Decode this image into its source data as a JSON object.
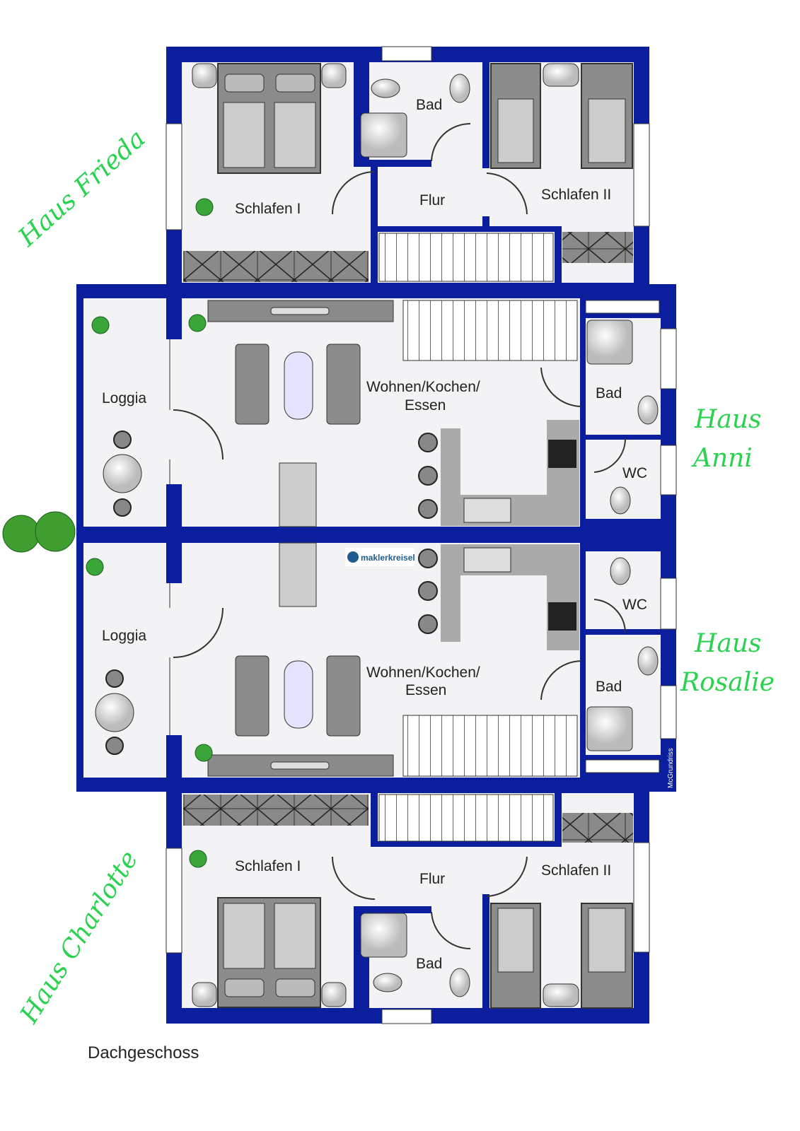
{
  "caption": "Dachgeschoss",
  "houses": {
    "frieda": "Haus Frieda",
    "anni_1": "Haus",
    "anni_2": "Anni",
    "rosalie_1": "Haus",
    "rosalie_2": "Rosalie",
    "charlotte": "Haus Charlotte"
  },
  "rooms": {
    "top": {
      "schlafen1": "Schlafen I",
      "bad": "Bad",
      "flur": "Flur",
      "schlafen2": "Schlafen II"
    },
    "upper": {
      "loggia": "Loggia",
      "wohnen_1": "Wohnen/Kochen/",
      "wohnen_2": "Essen",
      "bad": "Bad",
      "wc": "WC"
    },
    "lower": {
      "loggia": "Loggia",
      "wohnen_1": "Wohnen/Kochen/",
      "wohnen_2": "Essen",
      "bad": "Bad",
      "wc": "WC"
    },
    "bottom": {
      "schlafen1": "Schlafen I",
      "flur": "Flur",
      "schlafen2": "Schlafen II",
      "bad": "Bad"
    }
  },
  "logo": "maklerkreisel",
  "credit": "McGrundriss",
  "colors": {
    "wall": "#0b1f9e",
    "floor": "#f3f3f5",
    "furniture": "#8c8c8c",
    "accent": "#2ad24f"
  }
}
